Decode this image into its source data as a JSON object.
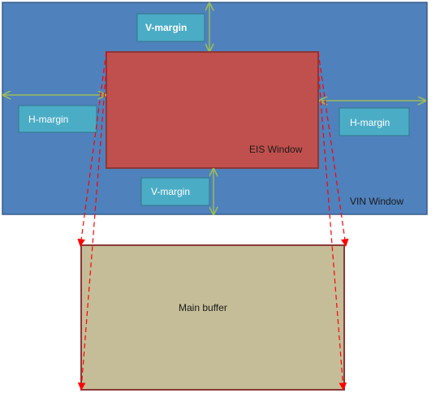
{
  "diagram": {
    "vin_window_label": "VIN Window",
    "eis_window_label": "EIS Window",
    "main_buffer_label": "Main buffer",
    "v_margin_top_label": "V-margin",
    "v_margin_bottom_label": "V-margin",
    "h_margin_left_label": "H-margin",
    "h_margin_right_label": "H-margin"
  },
  "colors": {
    "vin_fill": "#4F81BD",
    "vin_border": "#385D8A",
    "eis_fill": "#C0504D",
    "eis_border": "#8C3836",
    "buffer_fill": "#C4BD97",
    "buffer_border": "#8C3836",
    "margin_box_fill": "#4BACC6",
    "margin_box_border": "#357D91",
    "arrow_green": "#9BBB59",
    "projection_red": "#FF0000"
  }
}
